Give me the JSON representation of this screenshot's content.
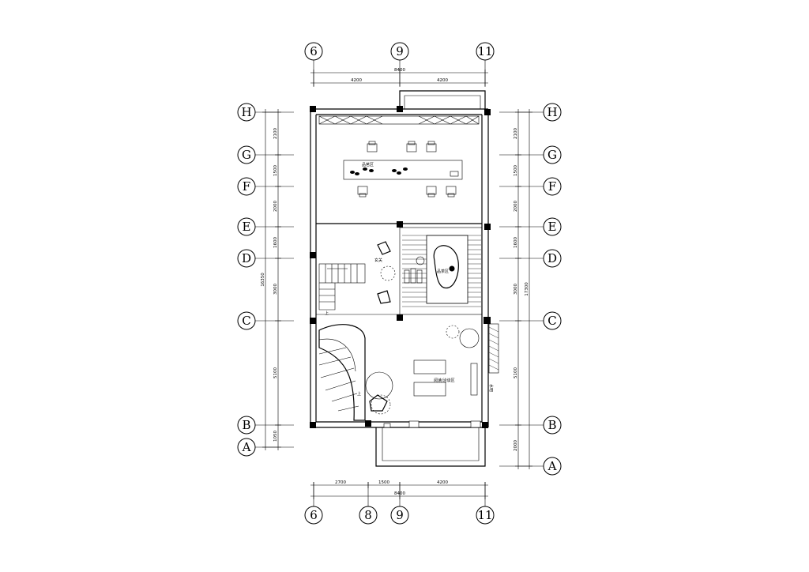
{
  "grid": {
    "top_axes": [
      "6",
      "9",
      "11"
    ],
    "bottom_axes": [
      "6",
      "8",
      "9",
      "11"
    ],
    "left_axes": [
      "H",
      "G",
      "F",
      "E",
      "D",
      "C",
      "B",
      "A"
    ],
    "right_axes": [
      "H",
      "G",
      "F",
      "E",
      "D",
      "C",
      "B",
      "A"
    ]
  },
  "dimensions": {
    "top_total": "8400",
    "top_segments": [
      "4200",
      "4200"
    ],
    "bottom_total": "8400",
    "bottom_segments": [
      "2700",
      "1500",
      "4200"
    ],
    "left_total": "16350",
    "left_segments": [
      "2100",
      "1500",
      "2000",
      "1600",
      "3000",
      "5100",
      "1050"
    ],
    "right_total": "17300",
    "right_segments": [
      "2100",
      "1500",
      "2000",
      "1600",
      "3000",
      "5100",
      "2000"
    ]
  },
  "rooms": {
    "tasting_hall": "品茗区",
    "stair_up_1": "上",
    "stair_up_2": "上",
    "entrance": "玄关",
    "tea_room": "品茶区",
    "reading_area": "阅读/洽谈区",
    "service": "水吧"
  },
  "colors": {
    "line": "#000000",
    "background": "#ffffff"
  }
}
